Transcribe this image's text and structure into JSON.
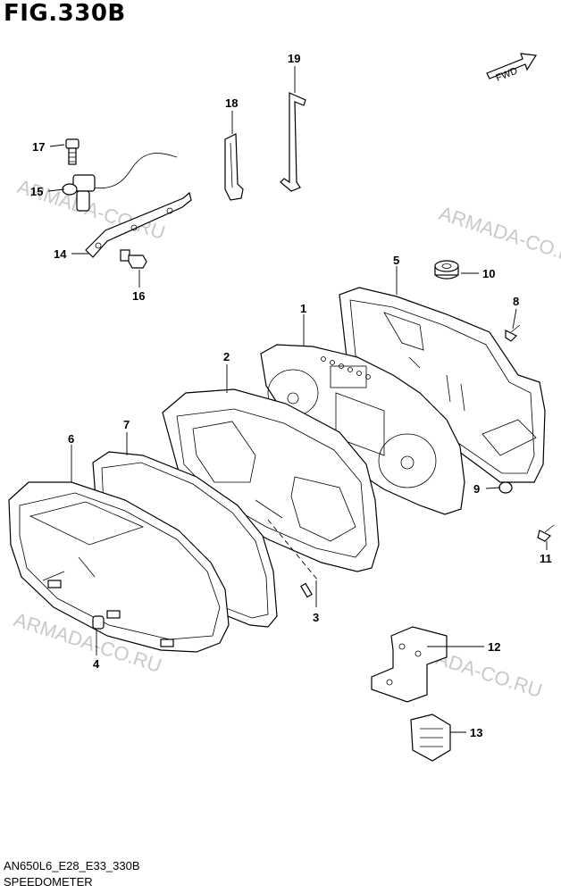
{
  "figure": {
    "title": "FIG.330B",
    "model_code": "AN650L6_E28_E33_330B",
    "section_name": "SPEEDOMETER",
    "fwd_label": "FWD"
  },
  "watermark": "ARMADA-CO.RU",
  "callouts": [
    "1",
    "2",
    "3",
    "4",
    "5",
    "6",
    "7",
    "8",
    "9",
    "10",
    "11",
    "12",
    "13",
    "14",
    "15",
    "16",
    "17",
    "18",
    "19"
  ]
}
